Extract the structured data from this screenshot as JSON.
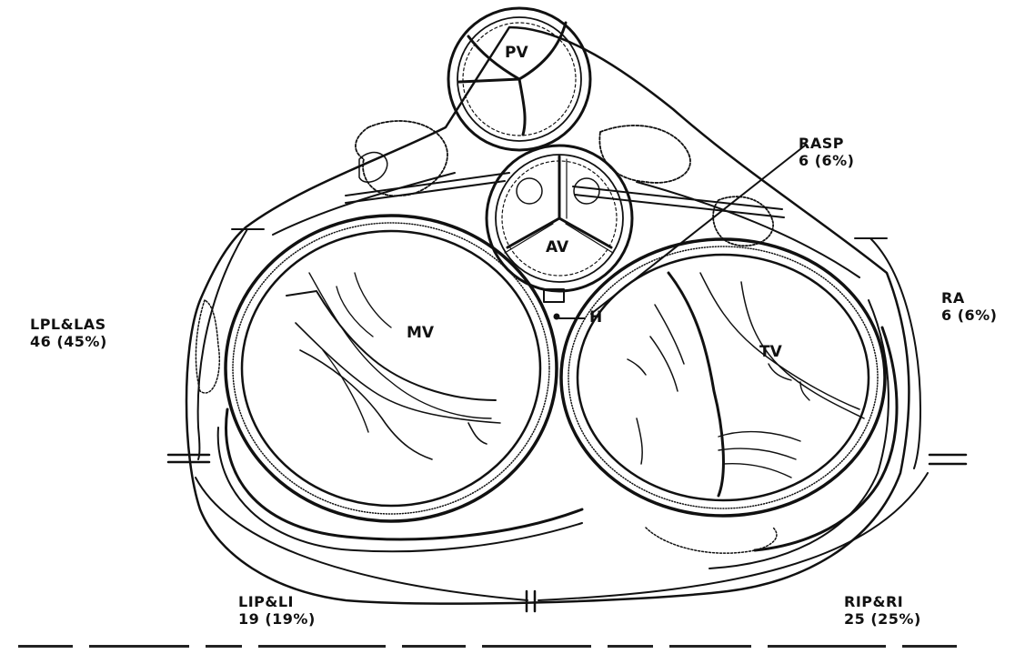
{
  "regions": {
    "lpl_las": {
      "name": "LPL&LAS",
      "value": "46 (45%)"
    },
    "rasp": {
      "name": "RASP",
      "value": "6 (6%)"
    },
    "ra": {
      "name": "RA",
      "value": "6 (6%)"
    },
    "lip_li": {
      "name": "LIP&LI",
      "value": "19 (19%)"
    },
    "rip_ri": {
      "name": "RIP&RI",
      "value": "25 (25%)"
    }
  },
  "valves": {
    "pv": "PV",
    "av": "AV",
    "mv": "MV",
    "tv": "TV",
    "h": "H"
  },
  "colors": {
    "ink": "#111111",
    "paper": "#ffffff"
  }
}
